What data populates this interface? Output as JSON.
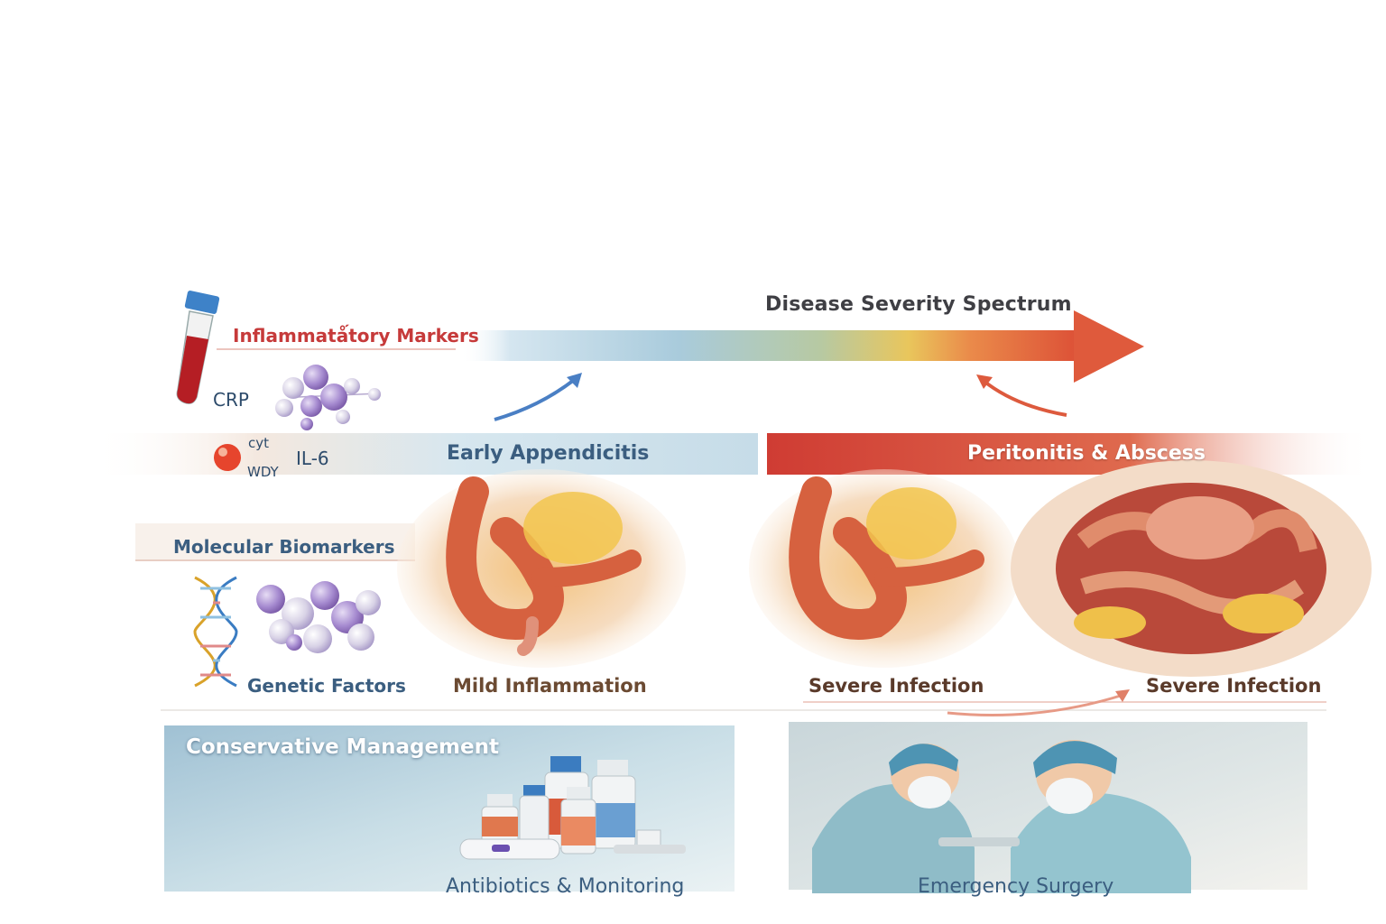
{
  "spectrum": {
    "title": "Disease Severity Spectrum",
    "colors": {
      "start": "#cfe3ee",
      "mid": "#e8c95a",
      "end": "#e0563a"
    }
  },
  "inflammatory_markers": {
    "title": "Inflammatǻtory Markers",
    "crp": "CRP",
    "cyt": "cyt",
    "wdy": "WDY",
    "il6": "IL-6",
    "icons": [
      "blood-tube-icon",
      "molecule-cluster-icon",
      "cell-icon"
    ]
  },
  "molecular": {
    "title": "Molecular Biomarkers",
    "genetic": "Genetic Factors",
    "icons": [
      "dna-helix-icon",
      "molecule-cluster-icon"
    ]
  },
  "stages": {
    "early": {
      "label": "Early Appendicitis",
      "caption": "Mild Inflammation",
      "color": "#3b5e80"
    },
    "severe": {
      "label": "Peritonitis & Abscess",
      "caption_left": "Severe Infection",
      "caption_right": "Severe Infection",
      "color": "#d9493a"
    }
  },
  "management": {
    "conservative": {
      "title": "Conservative Management",
      "caption": "Antibiotics & Monitoring",
      "icons": [
        "medicine-bottles-icon"
      ]
    },
    "surgical": {
      "caption": "Emergency Surgery",
      "icons": [
        "surgeons-icon"
      ]
    }
  }
}
